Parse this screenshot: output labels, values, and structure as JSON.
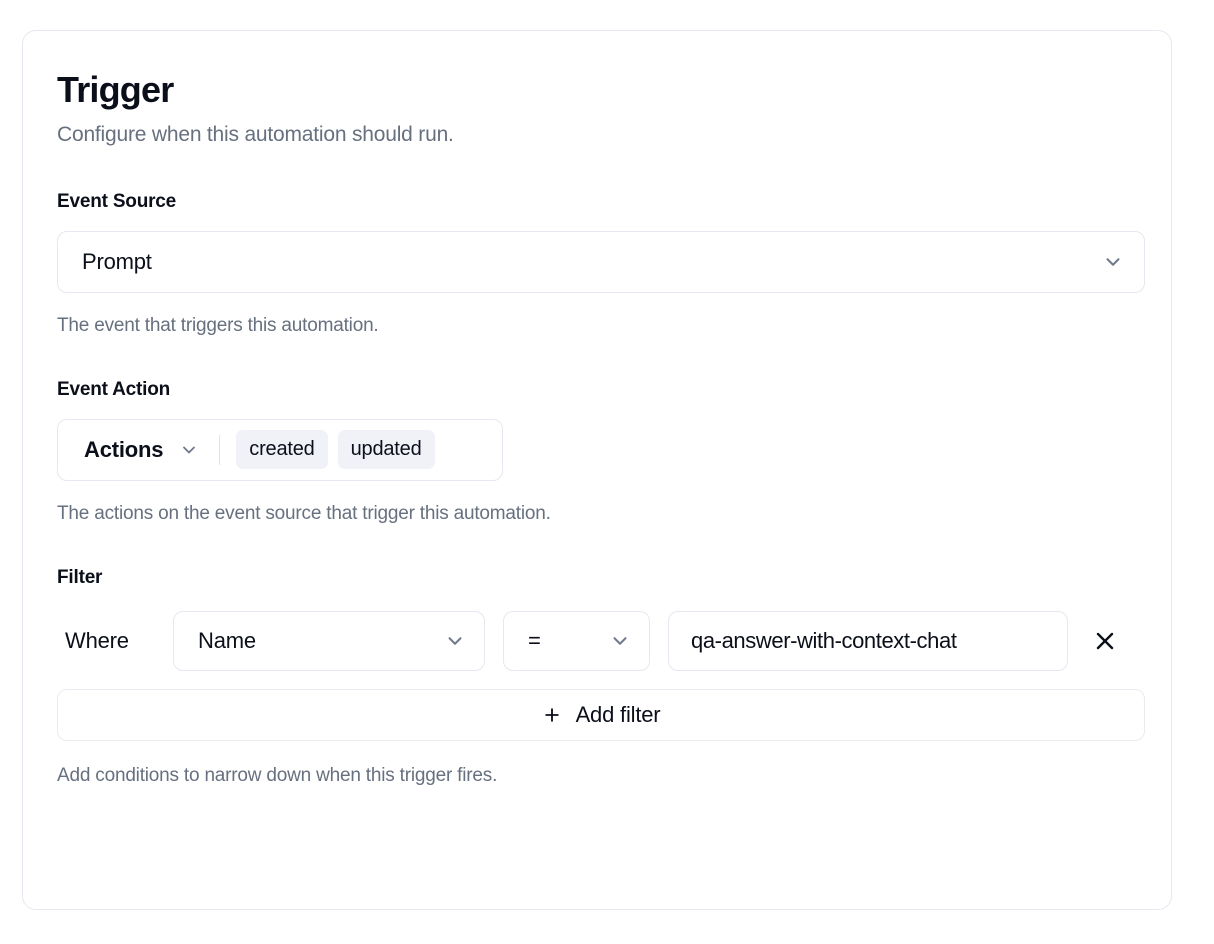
{
  "card": {
    "title": "Trigger",
    "subtitle": "Configure when this automation should run."
  },
  "event_source": {
    "label": "Event Source",
    "value": "Prompt",
    "help": "The event that triggers this automation.",
    "chevron_icon": "chevron-down-icon"
  },
  "event_action": {
    "label": "Event Action",
    "combo_label": "Actions",
    "badges": [
      "created",
      "updated"
    ],
    "help": "The actions on the event source that trigger this automation.",
    "chevron_icon": "chevron-down-icon"
  },
  "filter": {
    "label": "Filter",
    "where_label": "Where",
    "rows": [
      {
        "field": "Name",
        "operator": "=",
        "value": "qa-answer-with-context-chat",
        "remove_icon": "close-icon"
      }
    ],
    "add_label": "Add filter",
    "add_icon": "plus-icon",
    "help": "Add conditions to narrow down when this trigger fires."
  },
  "colors": {
    "text": "#0b0f19",
    "muted": "#67707f",
    "border": "#e6e8ef",
    "badge_bg": "#f0f2f8",
    "icon": "#707a8c"
  }
}
